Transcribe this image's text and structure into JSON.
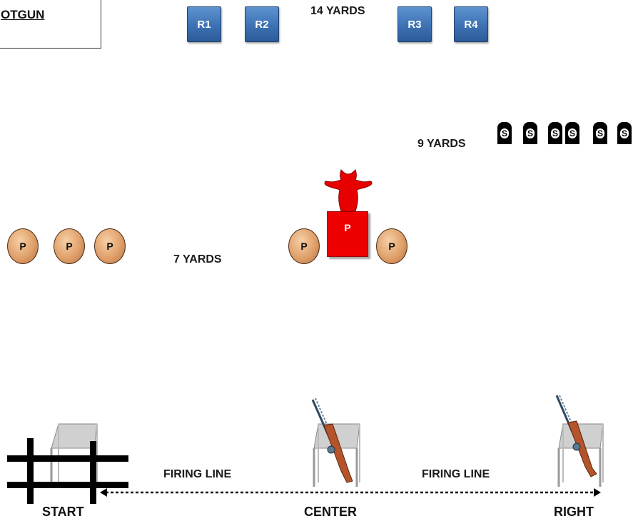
{
  "shotgun_box": {
    "label": "OTGUN"
  },
  "distances": {
    "rifle": "14 YARDS",
    "shotgun": "9 YARDS",
    "pistol": "7 YARDS"
  },
  "rifle_targets": [
    "R1",
    "R2",
    "R3",
    "R4"
  ],
  "shotgun_targets": [
    "S",
    "S",
    "S",
    "S",
    "S",
    "S"
  ],
  "pistol_targets_left": [
    "P",
    "P",
    "P"
  ],
  "pistol_targets_center": [
    "P",
    "P"
  ],
  "red_box": {
    "label": "P"
  },
  "firing_line": {
    "left": "FIRING LINE",
    "right": "FIRING LINE"
  },
  "stations": {
    "start": "START",
    "center": "CENTER",
    "right": "RIGHT"
  },
  "colors": {
    "rifle_target": "#3f74b6",
    "pistol_target": "#dfa06a",
    "shotgun_target": "#000000",
    "red_target": "#ee0000",
    "table": "#d0d0d0",
    "rifle_stock": "#b5532a"
  }
}
